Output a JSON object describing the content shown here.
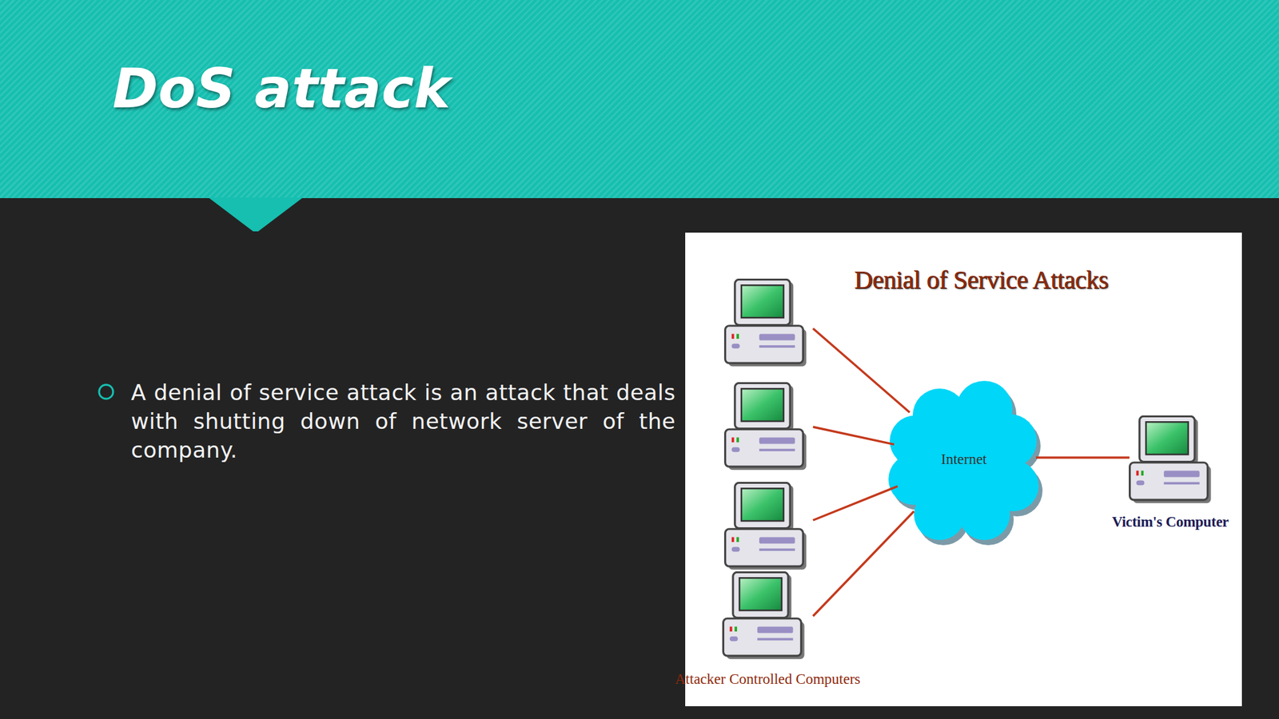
{
  "diagram": {
    "title": "DoS attack",
    "nodes": [
      {
        "text": [
          "Attacker Controlled Computers"
        ]
      },
      {
        "text": [
          "Internet"
        ]
      },
      {
        "text": [
          "Victim's Computer"
        ]
      }
    ],
    "edges": [
      {
        "from": 0,
        "to": 1,
        "arrow": "none"
      },
      {
        "from": 0,
        "to": 1,
        "arrow": "none"
      },
      {
        "from": 0,
        "to": 1,
        "arrow": "none"
      },
      {
        "from": 0,
        "to": 1,
        "arrow": "none"
      },
      {
        "from": 1,
        "to": 2,
        "arrow": "none"
      }
    ],
    "labels": [
      "A denial of service attack is an attack that deals with shutting down of network server of the company.",
      "Denial of Service Attacks"
    ]
  }
}
